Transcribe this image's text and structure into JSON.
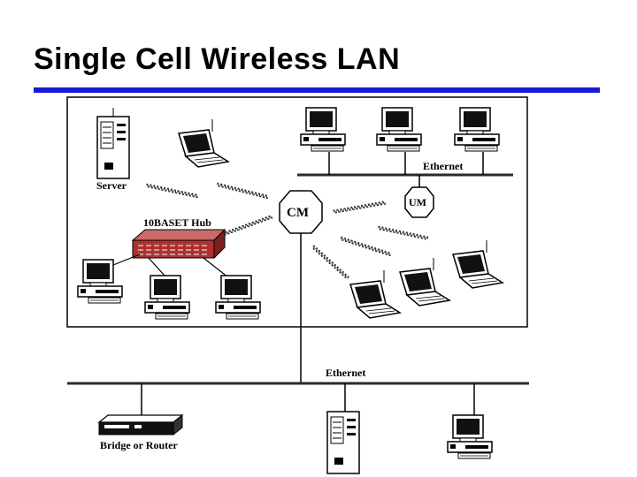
{
  "title": "Single Cell Wireless LAN",
  "colors": {
    "title_rule": "#1a1adb",
    "hub_red": "#b03030",
    "ink": "#000000",
    "cable": "#2a2a2a"
  },
  "labels": {
    "server": "Server",
    "hub": "10BASET Hub",
    "cm": "CM",
    "um": "UM",
    "ethernet_top": "Ethernet",
    "ethernet_bottom": "Ethernet",
    "bridge": "Bridge or Router"
  },
  "icons": [
    "server-icon",
    "laptop-icon",
    "desktop-icon",
    "hub-icon",
    "bridge-router-icon",
    "wireless-link-icon"
  ]
}
